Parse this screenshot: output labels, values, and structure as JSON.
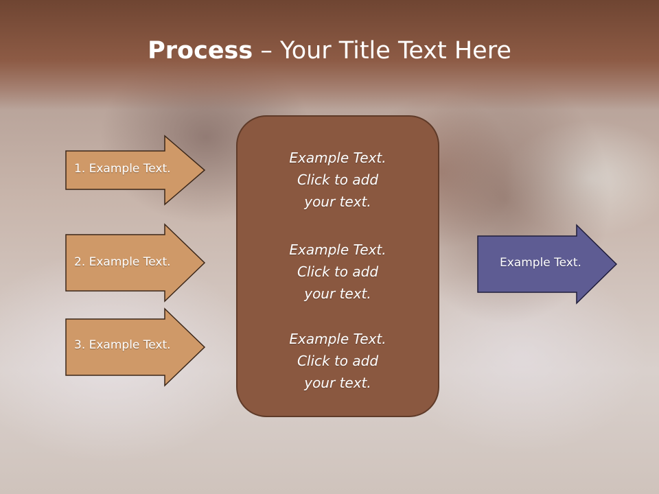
{
  "slide": {
    "title_bold": "Process",
    "title_rest": " – Your Title Text Here"
  },
  "left_arrows": [
    {
      "label": "1. Example Text."
    },
    {
      "label": "2. Example Text."
    },
    {
      "label": "3. Example Text."
    }
  ],
  "center_box": {
    "blocks": [
      {
        "text": "Example Text.\nClick  to add\nyour text."
      },
      {
        "text": "Example Text.\nClick  to add\nyour text."
      },
      {
        "text": "Example Text.\nClick  to add\nyour text."
      }
    ]
  },
  "right_arrow": {
    "label": "Example Text."
  },
  "colors": {
    "title_bar": "#8d5b45",
    "left_arrow_fill": "#cf9968",
    "center_box_fill": "#8a5840",
    "right_arrow_fill": "#5e5c93"
  }
}
